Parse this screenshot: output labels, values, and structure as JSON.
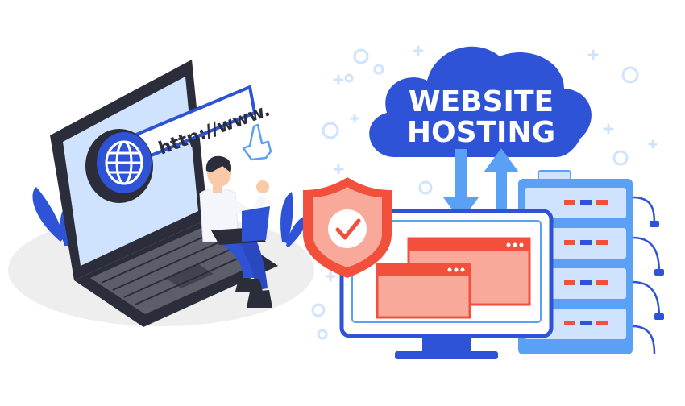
{
  "url_bar": {
    "text": "http://www."
  },
  "cloud": {
    "line1": "WEBSITE",
    "line2": "HOSTING"
  },
  "colors": {
    "primary_blue": "#2f53d6",
    "light_blue": "#5aa0f5",
    "pale_blue": "#cfe3ff",
    "red": "#f24f3c",
    "salmon": "#f9a99a",
    "dark": "#2b2e3a",
    "keyboard": "#5c5f6b",
    "floor": "#eeeeef"
  },
  "icons": {
    "globe": "globe-icon",
    "pointer": "hand-pointer-icon",
    "shield": "shield-check-icon",
    "upload": "arrow-up-icon",
    "download": "arrow-down-icon"
  }
}
